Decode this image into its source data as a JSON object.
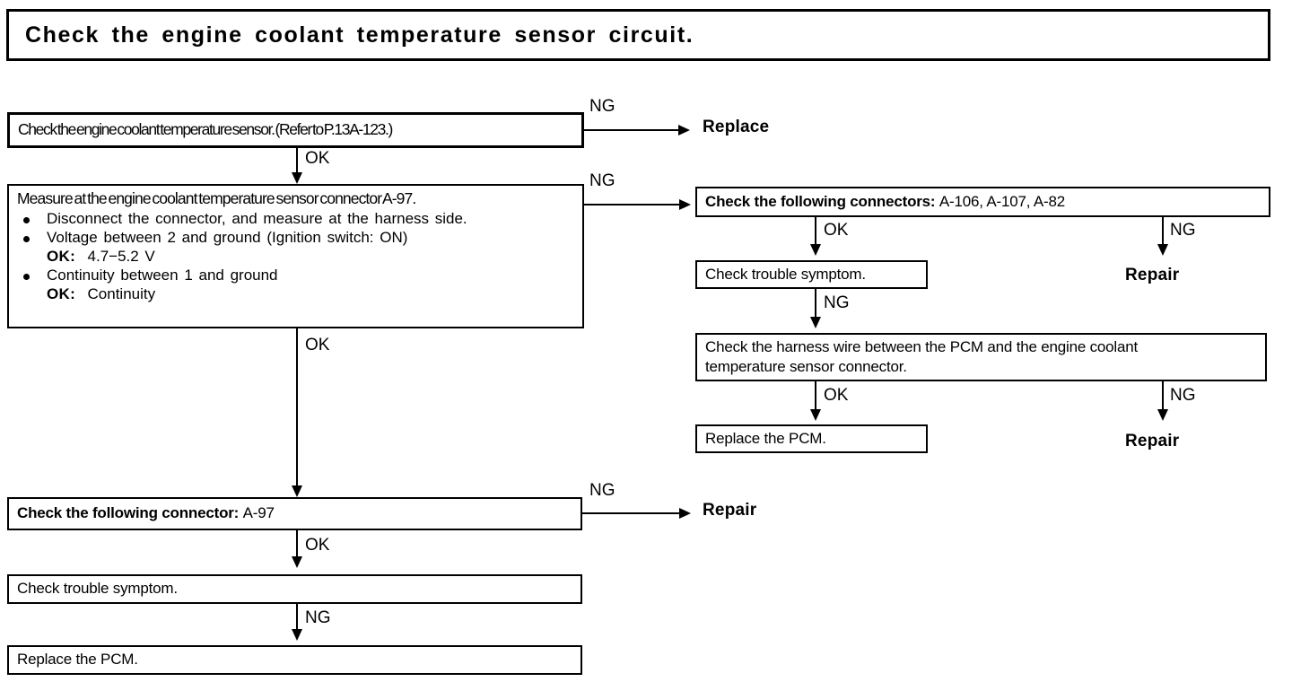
{
  "document": {
    "title": "Check the engine coolant temperature sensor circuit."
  },
  "flowchart": {
    "type": "troubleshooting-flowchart",
    "labels": {
      "ok": "OK",
      "ng": "NG"
    },
    "nodes": {
      "check_sensor": "Check the engine coolant temperature sensor. (Refer to P.13A-123.)",
      "replace_terminal": "Replace",
      "measure_header": "Measure at the engine coolant temperature sensor connector A-97.",
      "measure_b1": "Disconnect the connector, and measure at the harness side.",
      "measure_b2": "Voltage between 2 and ground (Ignition switch: ON)",
      "measure_b2_ok_label": "OK:",
      "measure_b2_ok_value": "4.7−5.2 V",
      "measure_b3": "Continuity between 1 and ground",
      "measure_b3_ok_label": "OK:",
      "measure_b3_ok_value": "Continuity",
      "connectors_right_label": "Check the following connectors:",
      "connectors_right_value": "A-106, A-107, A-82",
      "check_trouble_right": "Check trouble symptom.",
      "repair_right_1": "Repair",
      "harness_wire_line1": "Check the harness wire between the PCM and the engine coolant",
      "harness_wire_line2": "temperature sensor connector.",
      "replace_pcm_right": "Replace the PCM.",
      "repair_right_2": "Repair",
      "connector_bottom_label": "Check the following connector:",
      "connector_bottom_value": "A-97",
      "repair_bottom": "Repair",
      "check_trouble_bottom": "Check trouble symptom.",
      "replace_pcm_bottom": "Replace the PCM."
    },
    "edges": [
      {
        "from": "check_sensor",
        "to": "replace_terminal",
        "label": "NG"
      },
      {
        "from": "check_sensor",
        "to": "measure",
        "label": "OK"
      },
      {
        "from": "measure",
        "to": "connectors_right",
        "label": "NG"
      },
      {
        "from": "measure",
        "to": "connector_bottom",
        "label": "OK"
      },
      {
        "from": "connectors_right",
        "to": "check_trouble_right",
        "label": "OK"
      },
      {
        "from": "connectors_right",
        "to": "repair_right_1",
        "label": "NG"
      },
      {
        "from": "check_trouble_right",
        "to": "harness_wire",
        "label": "NG"
      },
      {
        "from": "harness_wire",
        "to": "replace_pcm_right",
        "label": "OK"
      },
      {
        "from": "harness_wire",
        "to": "repair_right_2",
        "label": "NG"
      },
      {
        "from": "connector_bottom",
        "to": "repair_bottom",
        "label": "NG"
      },
      {
        "from": "connector_bottom",
        "to": "check_trouble_bottom",
        "label": "OK"
      },
      {
        "from": "check_trouble_bottom",
        "to": "replace_pcm_bottom",
        "label": "NG"
      }
    ]
  }
}
